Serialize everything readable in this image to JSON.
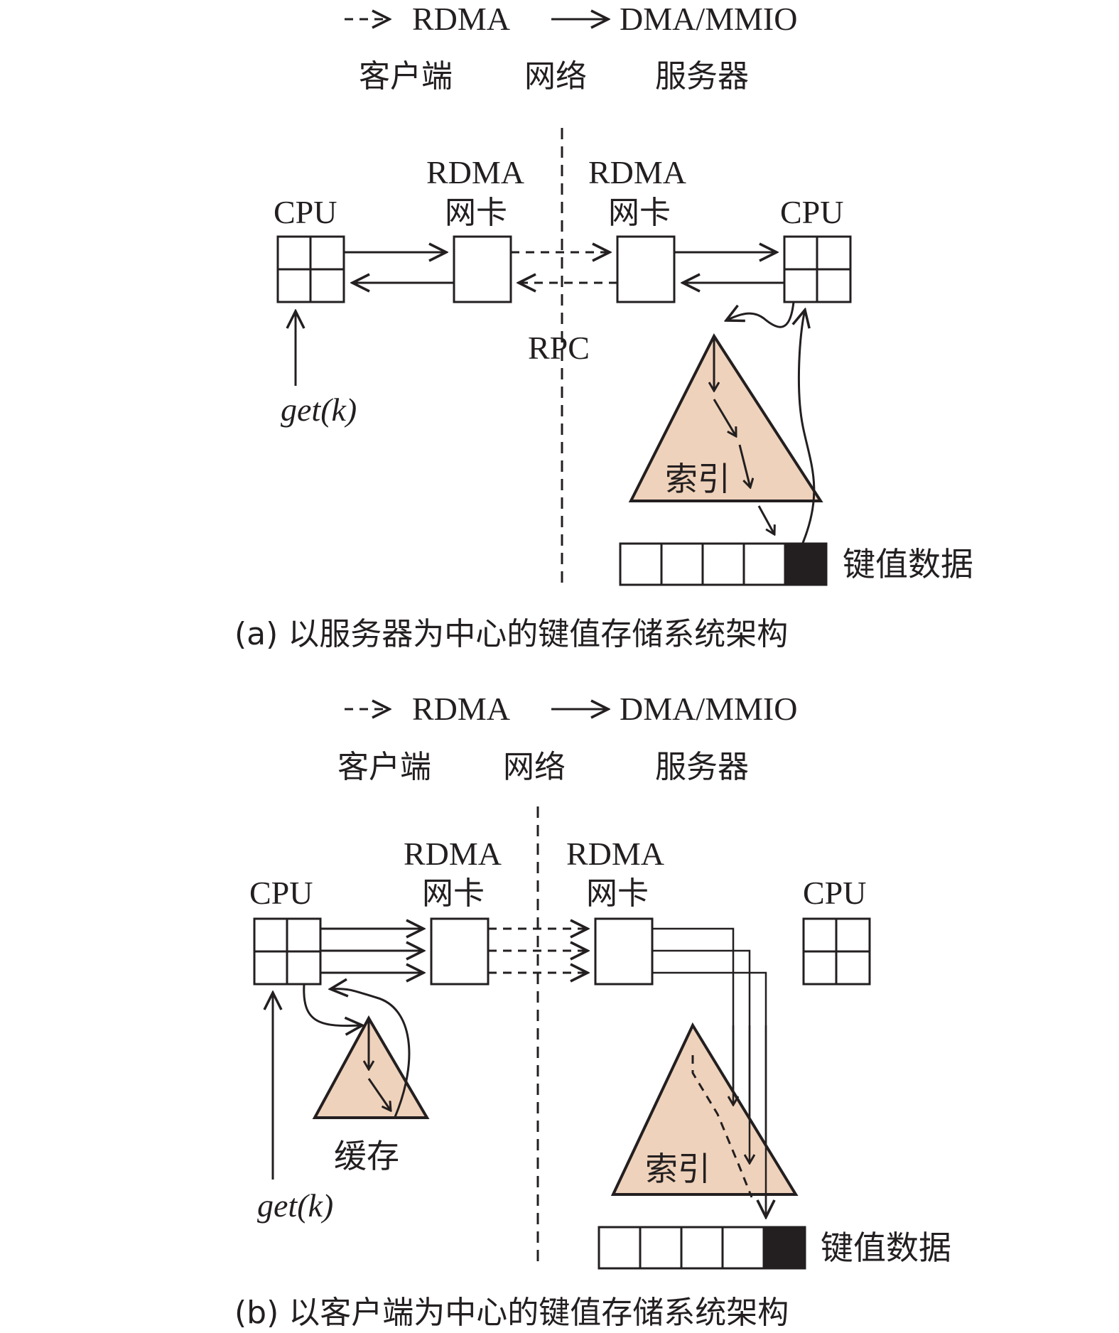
{
  "colors": {
    "ink": "#231f20",
    "tree_fill": "#efd2bb",
    "background": "#ffffff"
  },
  "panels": [
    {
      "id": "a",
      "legend": {
        "rdma": "RDMA",
        "dma": "DMA/MMIO"
      },
      "regions": {
        "client": "客户端",
        "network": "网络",
        "server": "服务器"
      },
      "labels": {
        "client_cpu": "CPU",
        "client_nic_line1": "RDMA",
        "client_nic_line2": "网卡",
        "server_nic_line1": "RDMA",
        "server_nic_line2": "网卡",
        "server_cpu": "CPU",
        "rpc": "RPC",
        "request": "get(k)",
        "index": "索引",
        "kv_data": "键值数据"
      },
      "kv_slots": 5,
      "highlighted_slot": 5,
      "caption": "(a)  以服务器为中心的键值存储系统架构"
    },
    {
      "id": "b",
      "legend": {
        "rdma": "RDMA",
        "dma": "DMA/MMIO"
      },
      "regions": {
        "client": "客户端",
        "network": "网络",
        "server": "服务器"
      },
      "labels": {
        "client_cpu": "CPU",
        "client_nic_line1": "RDMA",
        "client_nic_line2": "网卡",
        "server_nic_line1": "RDMA",
        "server_nic_line2": "网卡",
        "server_cpu": "CPU",
        "request": "get(k)",
        "cache": "缓存",
        "index": "索引",
        "kv_data": "键值数据"
      },
      "kv_slots": 5,
      "highlighted_slot": 5,
      "caption": "(b)  以客户端为中心的键值存储系统架构"
    }
  ]
}
